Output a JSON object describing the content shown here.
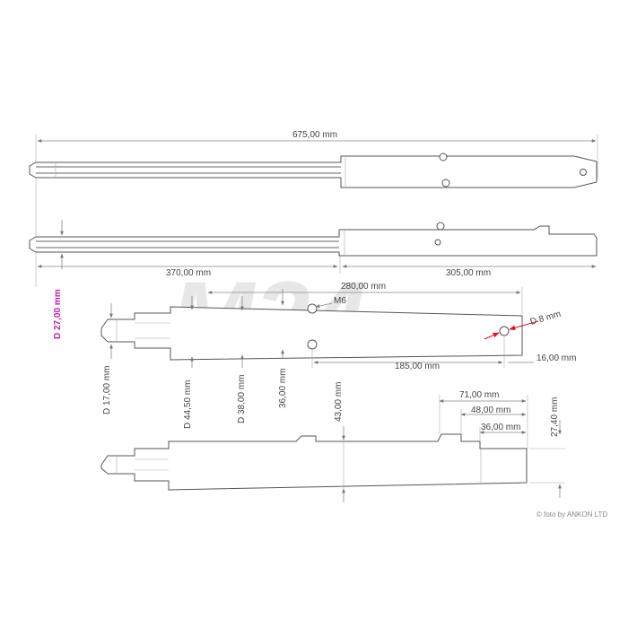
{
  "watermark": "M24",
  "credit": "© foto by ANKON LTD",
  "accent_color": "#c020b0",
  "dimensions": {
    "overall_length": "675,00 mm",
    "tube_length": "370,00 mm",
    "lower_length": "305,00 mm",
    "tube_diameter": "D 27,00 mm",
    "slider_length": "280,00 mm",
    "bolt_thread": "M6",
    "axle_hole": "D 8 mm",
    "bolt_to_axle": "185,00 mm",
    "axle_offset": "16,00 mm",
    "cap_diameter": "D 17,00 mm",
    "slider_diameter": "D 44,50 mm",
    "lower_diameter": "D 38,00 mm",
    "inner_width": "36,00 mm",
    "slider_height": "43,00 mm",
    "bracket_71": "71,00 mm",
    "bracket_48": "48,00 mm",
    "bracket_36": "36,00 mm",
    "bracket_height": "27,40 mm"
  }
}
